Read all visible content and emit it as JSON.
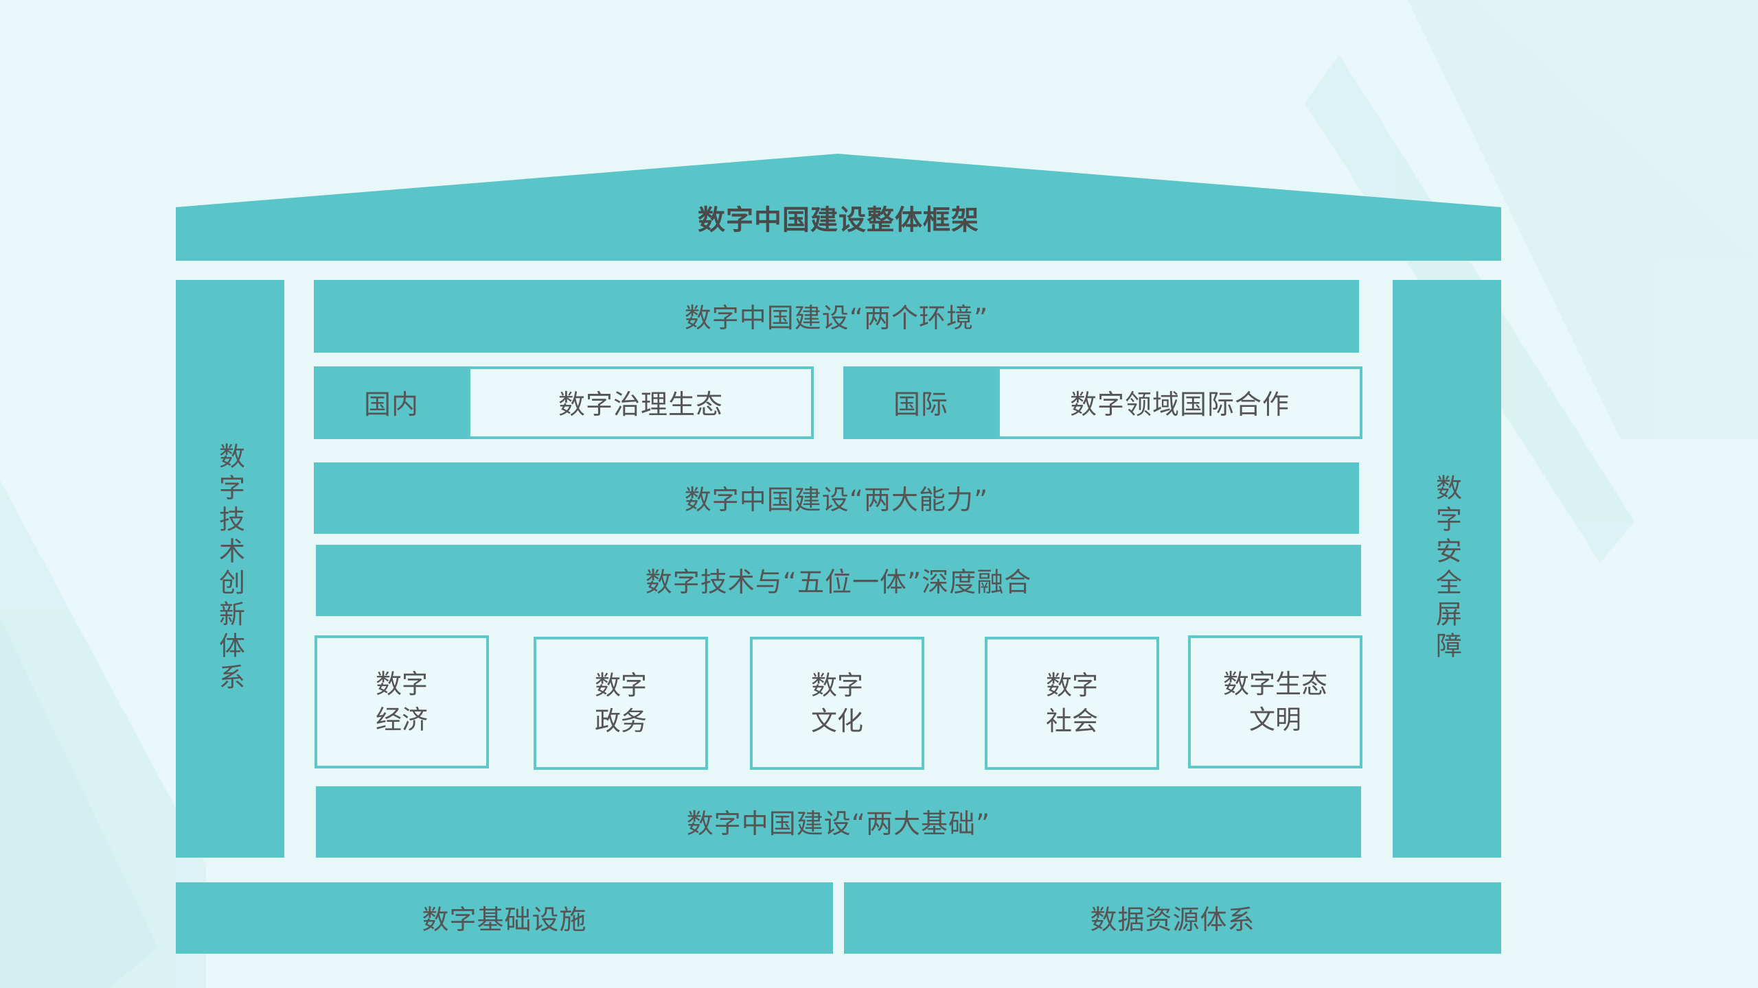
{
  "title": "数字中国建设整体框架",
  "environment": {
    "label": "数字中国建设“两个环境”",
    "domestic": {
      "tag": "国内",
      "content": "数字治理生态"
    },
    "international": {
      "tag": "国际",
      "content": "数字领域国际合作"
    }
  },
  "capabilities": {
    "label": "数字中国建设“两大能力”"
  },
  "integration": {
    "label": "数字技术与“五位一体”深度融合",
    "items": [
      {
        "text": "数字\n经济"
      },
      {
        "text": "数字\n政务"
      },
      {
        "text": "数字\n文化"
      },
      {
        "text": "数字\n社会"
      },
      {
        "text": "数字生态\n文明"
      }
    ]
  },
  "foundations": {
    "label": "数字中国建设“两大基础”",
    "left": "数字基础设施",
    "right": "数据资源体系"
  },
  "pillars": {
    "left": "数字技术创新体系",
    "right": "数字安全屏障"
  },
  "colors": {
    "teal": "#59c5c8",
    "background": "#e8f7f8",
    "box_fill": "#ecf9fa",
    "text": "#555555"
  }
}
